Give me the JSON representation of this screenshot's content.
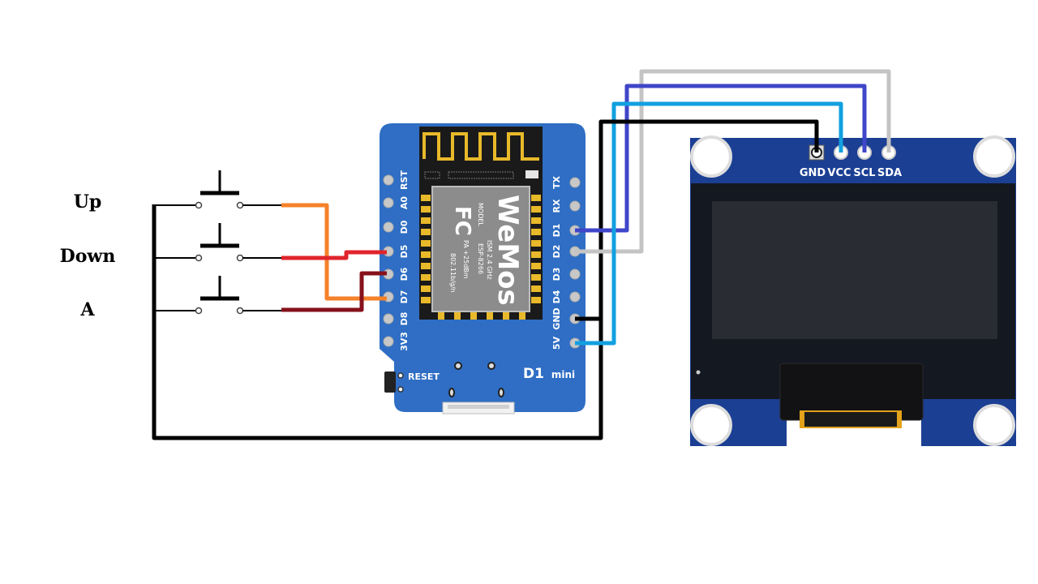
{
  "buttons": [
    {
      "label": "Up",
      "wire_color": "#f5812a",
      "board_pin": "D7"
    },
    {
      "label": "Down",
      "wire_color": "#e0242c",
      "board_pin": "D5"
    },
    {
      "label": "A",
      "wire_color": "#86111b",
      "board_pin": "D6"
    }
  ],
  "board": {
    "name": "D1",
    "name_suffix": "mini",
    "reset_label": "RESET",
    "color": "#2f6ec4",
    "left_pins": [
      "RST",
      "A0",
      "D0",
      "D5",
      "D6",
      "D7",
      "D8",
      "3V3"
    ],
    "right_pins": [
      "TX",
      "RX",
      "D1",
      "D2",
      "D3",
      "D4",
      "GND",
      "5V"
    ],
    "module": {
      "brand": "WeMos",
      "cert": "FC",
      "model_label": "MODEL",
      "model": "ESP-8266",
      "ism": "ISM 2.4 GHz",
      "power": "PA +25dBm",
      "wifi": "802.11b/g/n"
    }
  },
  "oled": {
    "pins": [
      "GND",
      "VCC",
      "SCL",
      "SDA"
    ],
    "color": "#1b3f93"
  },
  "connections": [
    {
      "from": "GND",
      "to": "GND",
      "color": "#000000"
    },
    {
      "from": "5V",
      "to": "VCC",
      "color": "#12a0e0"
    },
    {
      "from": "D1",
      "to": "SCL",
      "color": "#3f46c8"
    },
    {
      "from": "D2",
      "to": "SDA",
      "color": "#c4c4c4"
    }
  ]
}
